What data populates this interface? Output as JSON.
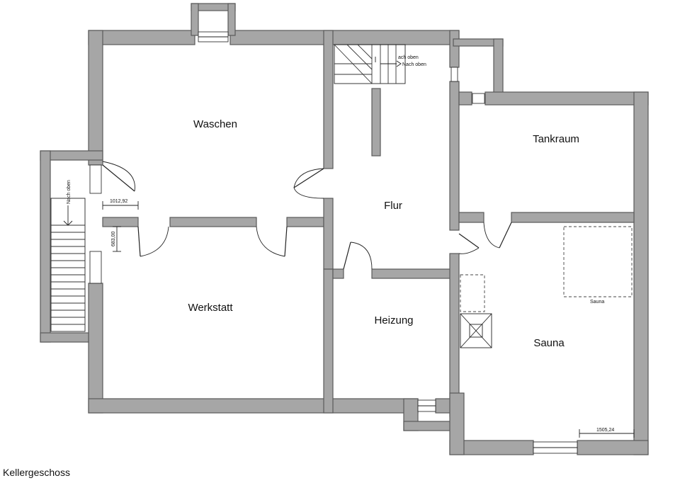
{
  "plan_title": "Kellergeschoss",
  "rooms": {
    "waschen": "Waschen",
    "flur": "Flur",
    "werkstatt": "Werkstatt",
    "heizung": "Heizung",
    "tankraum": "Tankraum",
    "sauna": "Sauna"
  },
  "annotations": {
    "stair_main_up_1": "ach oben",
    "stair_main_up_2": "Nach oben",
    "stair_outside_up": "Nach oben",
    "sauna_cabin": "Sauna"
  },
  "dimensions": {
    "width_dim": "1012,92",
    "height_dim": "683,00",
    "sauna_dim": "1505,24"
  },
  "colors": {
    "wall_fill": "#a6a6a6",
    "wall_stroke": "#595959",
    "background": "#ffffff"
  }
}
